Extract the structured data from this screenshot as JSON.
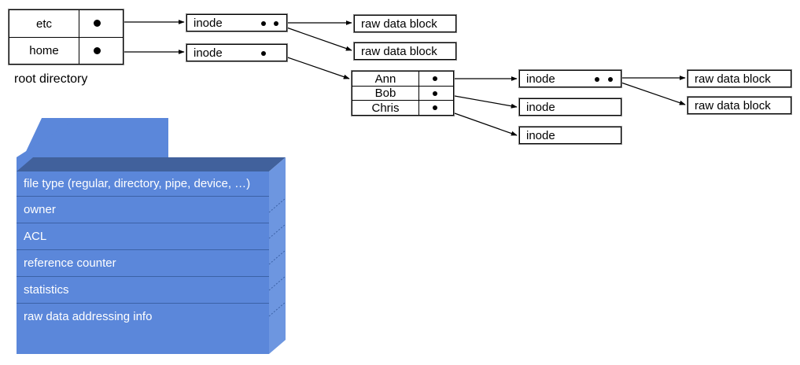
{
  "diagram": {
    "title": "unix-inode-filesystem-structure",
    "colors": {
      "panel_front": "#5b87da",
      "panel_top": "#41619c",
      "panel_side": "#6d96e0",
      "panel_divider": "#3c62a6",
      "wedge": "#5b87da",
      "line": "#000000",
      "box_border": "#000000",
      "box_shadow": "#808080",
      "text": "#000000",
      "panel_text": "#ffffff"
    }
  },
  "root_directory": {
    "caption": "root directory",
    "entries": [
      {
        "name": "etc",
        "pointer": "pointer-dot"
      },
      {
        "name": "home",
        "pointer": "pointer-dot"
      }
    ]
  },
  "etc_inode": {
    "label": "inode",
    "pointers": 2
  },
  "home_inode": {
    "label": "inode",
    "pointers": 1
  },
  "etc_data_blocks": [
    {
      "label": "raw data block"
    },
    {
      "label": "raw data block"
    }
  ],
  "home_directory": {
    "entries": [
      {
        "name": "Ann",
        "pointer": "pointer-dot"
      },
      {
        "name": "Bob",
        "pointer": "pointer-dot"
      },
      {
        "name": "Chris",
        "pointer": "pointer-dot"
      }
    ]
  },
  "user_inodes": [
    {
      "label": "inode",
      "pointers": 2
    },
    {
      "label": "inode",
      "pointers": 0
    },
    {
      "label": "inode",
      "pointers": 0
    }
  ],
  "ann_data_blocks": [
    {
      "label": "raw data block"
    },
    {
      "label": "raw data block"
    }
  ],
  "inode_detail": {
    "fields": [
      "file type (regular, directory, pipe, device, …)",
      "owner",
      "ACL",
      "reference counter",
      "statistics",
      "raw data addressing info"
    ]
  }
}
